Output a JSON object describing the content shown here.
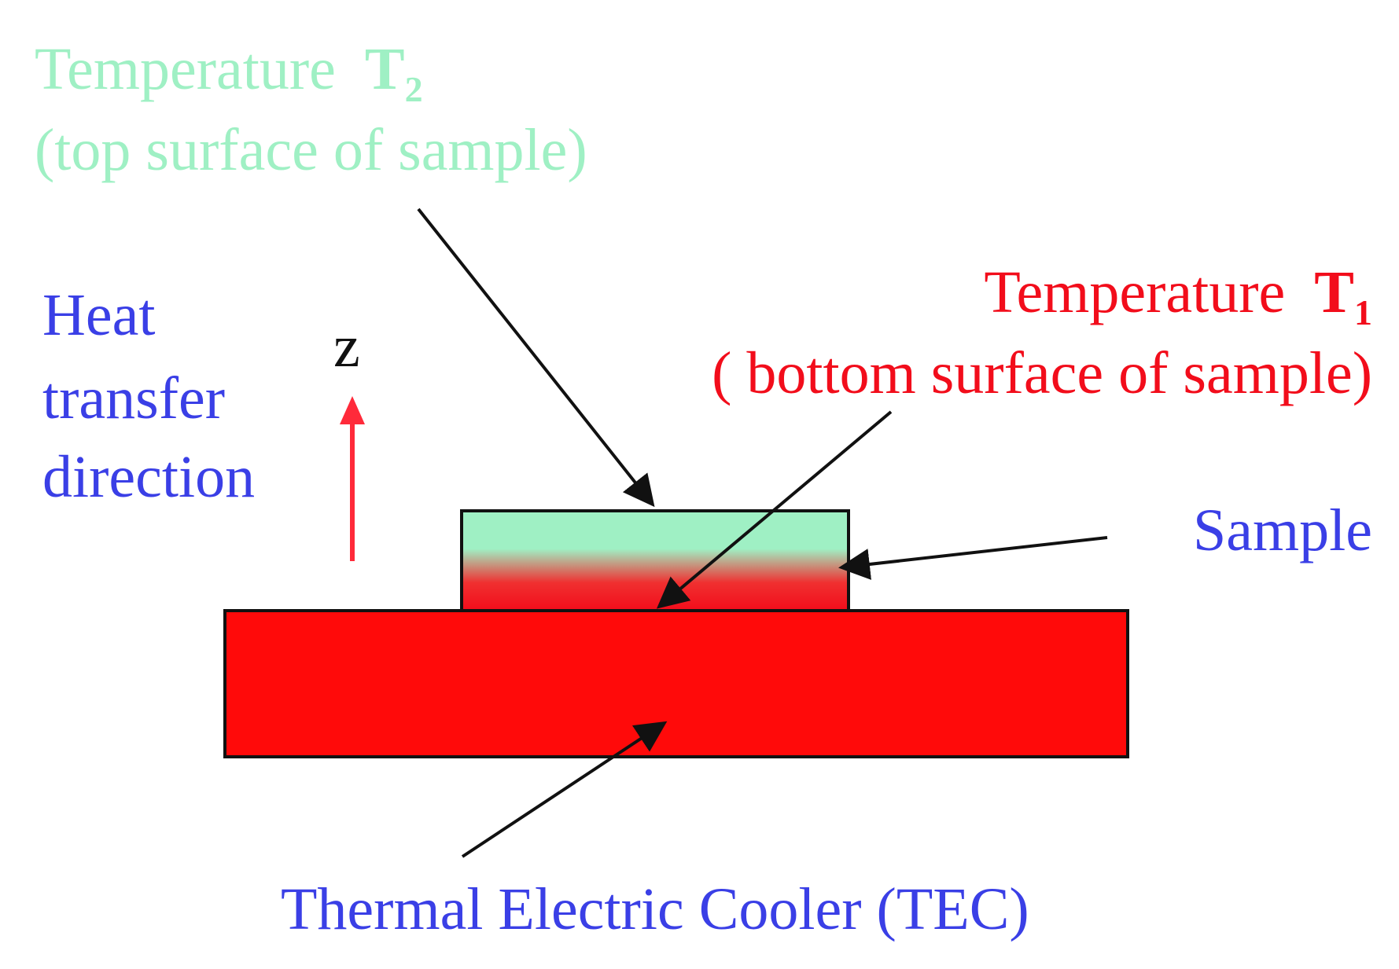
{
  "labels": {
    "t2_line1": "Temperature",
    "t2_symbol": "T",
    "t2_sub": "2",
    "t2_line2": "(top surface of sample)",
    "t1_line1": "Temperature",
    "t1_symbol": "T",
    "t1_sub": "1",
    "t1_line2": "( bottom surface of sample)",
    "heat_line1": "Heat",
    "heat_line2": "transfer",
    "heat_line3": "direction",
    "axis_z": "z",
    "sample": "Sample",
    "tec": "Thermal Electric Cooler (TEC)"
  },
  "colors": {
    "top_temperature": "#9ff0c4",
    "bottom_temperature": "#f20d1b",
    "label_blue": "#3a3fe6",
    "tec_fill": "#ff0a0a",
    "arrow_up": "#ff2a3a",
    "outline": "#111111"
  }
}
